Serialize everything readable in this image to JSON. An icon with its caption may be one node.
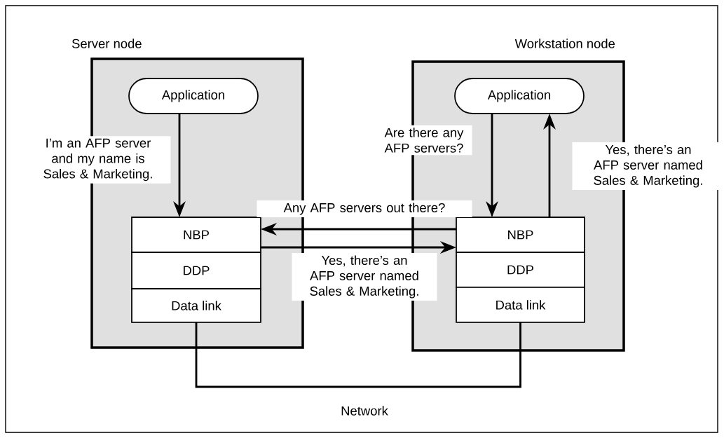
{
  "diagram": {
    "nodes": [
      {
        "text": [
          "Server node"
        ]
      },
      {
        "text": [
          "Application"
        ],
        "in": 0
      },
      {
        "text": [
          "NBP"
        ],
        "in": 0
      },
      {
        "text": [
          "DDP"
        ],
        "in": 0
      },
      {
        "text": [
          "Data link"
        ],
        "in": 0
      },
      {
        "text": [
          "Workstation node"
        ]
      },
      {
        "text": [
          "Application"
        ],
        "in": 5
      },
      {
        "text": [
          "NBP"
        ],
        "in": 5
      },
      {
        "text": [
          "DDP"
        ],
        "in": 5
      },
      {
        "text": [
          "Data link"
        ],
        "in": 5
      }
    ],
    "edges": [
      {
        "from": 1,
        "to": 2,
        "arrow": "to",
        "label": "I’m an AFP server and my name is Sales & Marketing."
      },
      {
        "from": 6,
        "to": 7,
        "arrow": "to",
        "label": "Are there any AFP servers?"
      },
      {
        "from": 7,
        "to": 6,
        "arrow": "to",
        "label": "Yes, there’s an AFP server named Sales & Marketing."
      },
      {
        "from": 7,
        "to": 2,
        "arrow": "to",
        "label": "Any AFP servers out there?"
      },
      {
        "from": 2,
        "to": 7,
        "arrow": "to",
        "label": "Yes, there’s an AFP server named Sales & Marketing."
      },
      {
        "from": 4,
        "to": 9,
        "arrow": "none",
        "label": "Network"
      }
    ]
  }
}
